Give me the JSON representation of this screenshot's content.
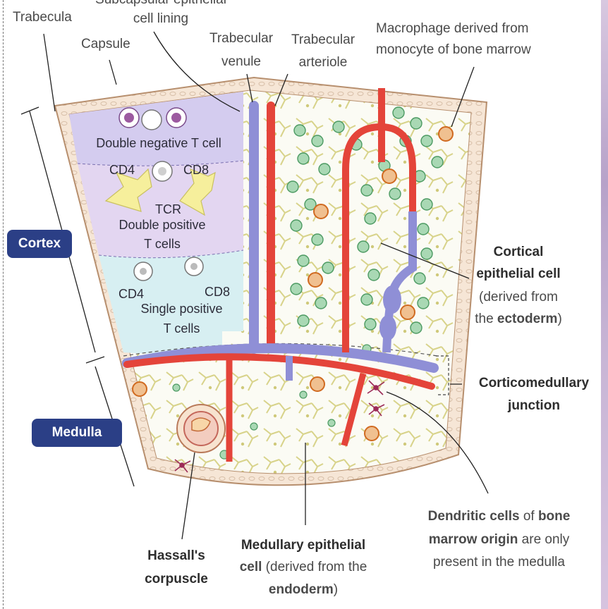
{
  "labels": {
    "trabecula": "Trabecula",
    "subcapsular_line1": "Subcapsular epithelial",
    "subcapsular_line2": "cell lining",
    "capsule": "Capsule",
    "trabecular_venule_line1": "Trabecular",
    "trabecular_venule_line2": "venule",
    "trabecular_arteriole_line1": "Trabecular",
    "trabecular_arteriole_line2": "arteriole",
    "macrophage_line1": "Macrophage derived from",
    "macrophage_line2": "monocyte of bone marrow",
    "cortex": "Cortex",
    "medulla": "Medulla",
    "cortical_line1": "Cortical",
    "cortical_line2": "epithelial cell",
    "cortical_line3": "(derived from",
    "cortical_line4_pre": "the ",
    "cortical_line4_bold": "ectoderm",
    "cortical_line4_post": ")",
    "cmj_line1": "Corticomedullary",
    "cmj_line2": "junction",
    "dendritic_line1_bold": "Dendritic cells",
    "dendritic_line1_mid": " of ",
    "dendritic_line1_bold2": "bone",
    "dendritic_line2_bold": "marrow origin",
    "dendritic_line2_post": " are only",
    "dendritic_line3": "present in the medulla",
    "hassall_line1": "Hassall's",
    "hassall_line2": "corpuscle",
    "medullary_line1": "Medullary epithelial",
    "medullary_line2_bold": "cell",
    "medullary_line2_post": " (derived from the",
    "medullary_line3_bold": "endoderm",
    "medullary_line3_post": ")"
  },
  "inset": {
    "double_negative": "Double negative T cell",
    "cd4_a": "CD4",
    "cd8_a": "CD8",
    "tcr": "TCR",
    "double_positive_line1": "Double positive",
    "double_positive_line2": "T cells",
    "cd4_b": "CD4",
    "cd8_b": "CD8",
    "single_positive_line1": "Single positive",
    "single_positive_line2": "T cells"
  },
  "colors": {
    "capsule": "#f6e6d6",
    "capsule_stroke": "#b78f6e",
    "double_negative_zone": "#d4ccef",
    "double_positive_zone": "#e3d6f1",
    "single_positive_zone": "#d7eff2",
    "vein": "#8f8fd6",
    "artery": "#e4443a",
    "badge": "#2b3f86",
    "thymocyte": "#a9d8b4",
    "epithelial": "#f4f0b4",
    "macrophage": "#e08a3c",
    "dendritic": "#9c2b57"
  }
}
